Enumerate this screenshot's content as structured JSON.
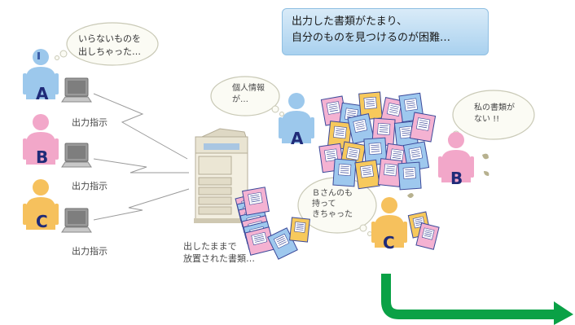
{
  "headline": "出力した書類がたまり、\n自分のものを見つけるのが困難…",
  "users": [
    {
      "letter": "A",
      "bubble": "いらないものを\n出しちゃった…",
      "action": "出力指示"
    },
    {
      "letter": "B",
      "action": "出力指示"
    },
    {
      "letter": "C",
      "action": "出力指示"
    }
  ],
  "scene_bubbles": {
    "a": "個人情報\nが…",
    "b": "私の書類が\nない !!",
    "c": "Ｂさんのも\n持って\nきちゃった"
  },
  "pile_caption": "出したままで\n放置された書類…",
  "colors": {
    "person_a": "#9cc8ec",
    "person_b": "#f2a7c9",
    "person_c": "#f6c15d",
    "letter": "#1f2a78",
    "arrow": "#0aa146",
    "headline_bg": "#b9dbf3",
    "doc_blue": "#9ec8ee",
    "doc_pink": "#f4b2d2",
    "doc_yellow": "#f7c95c"
  }
}
